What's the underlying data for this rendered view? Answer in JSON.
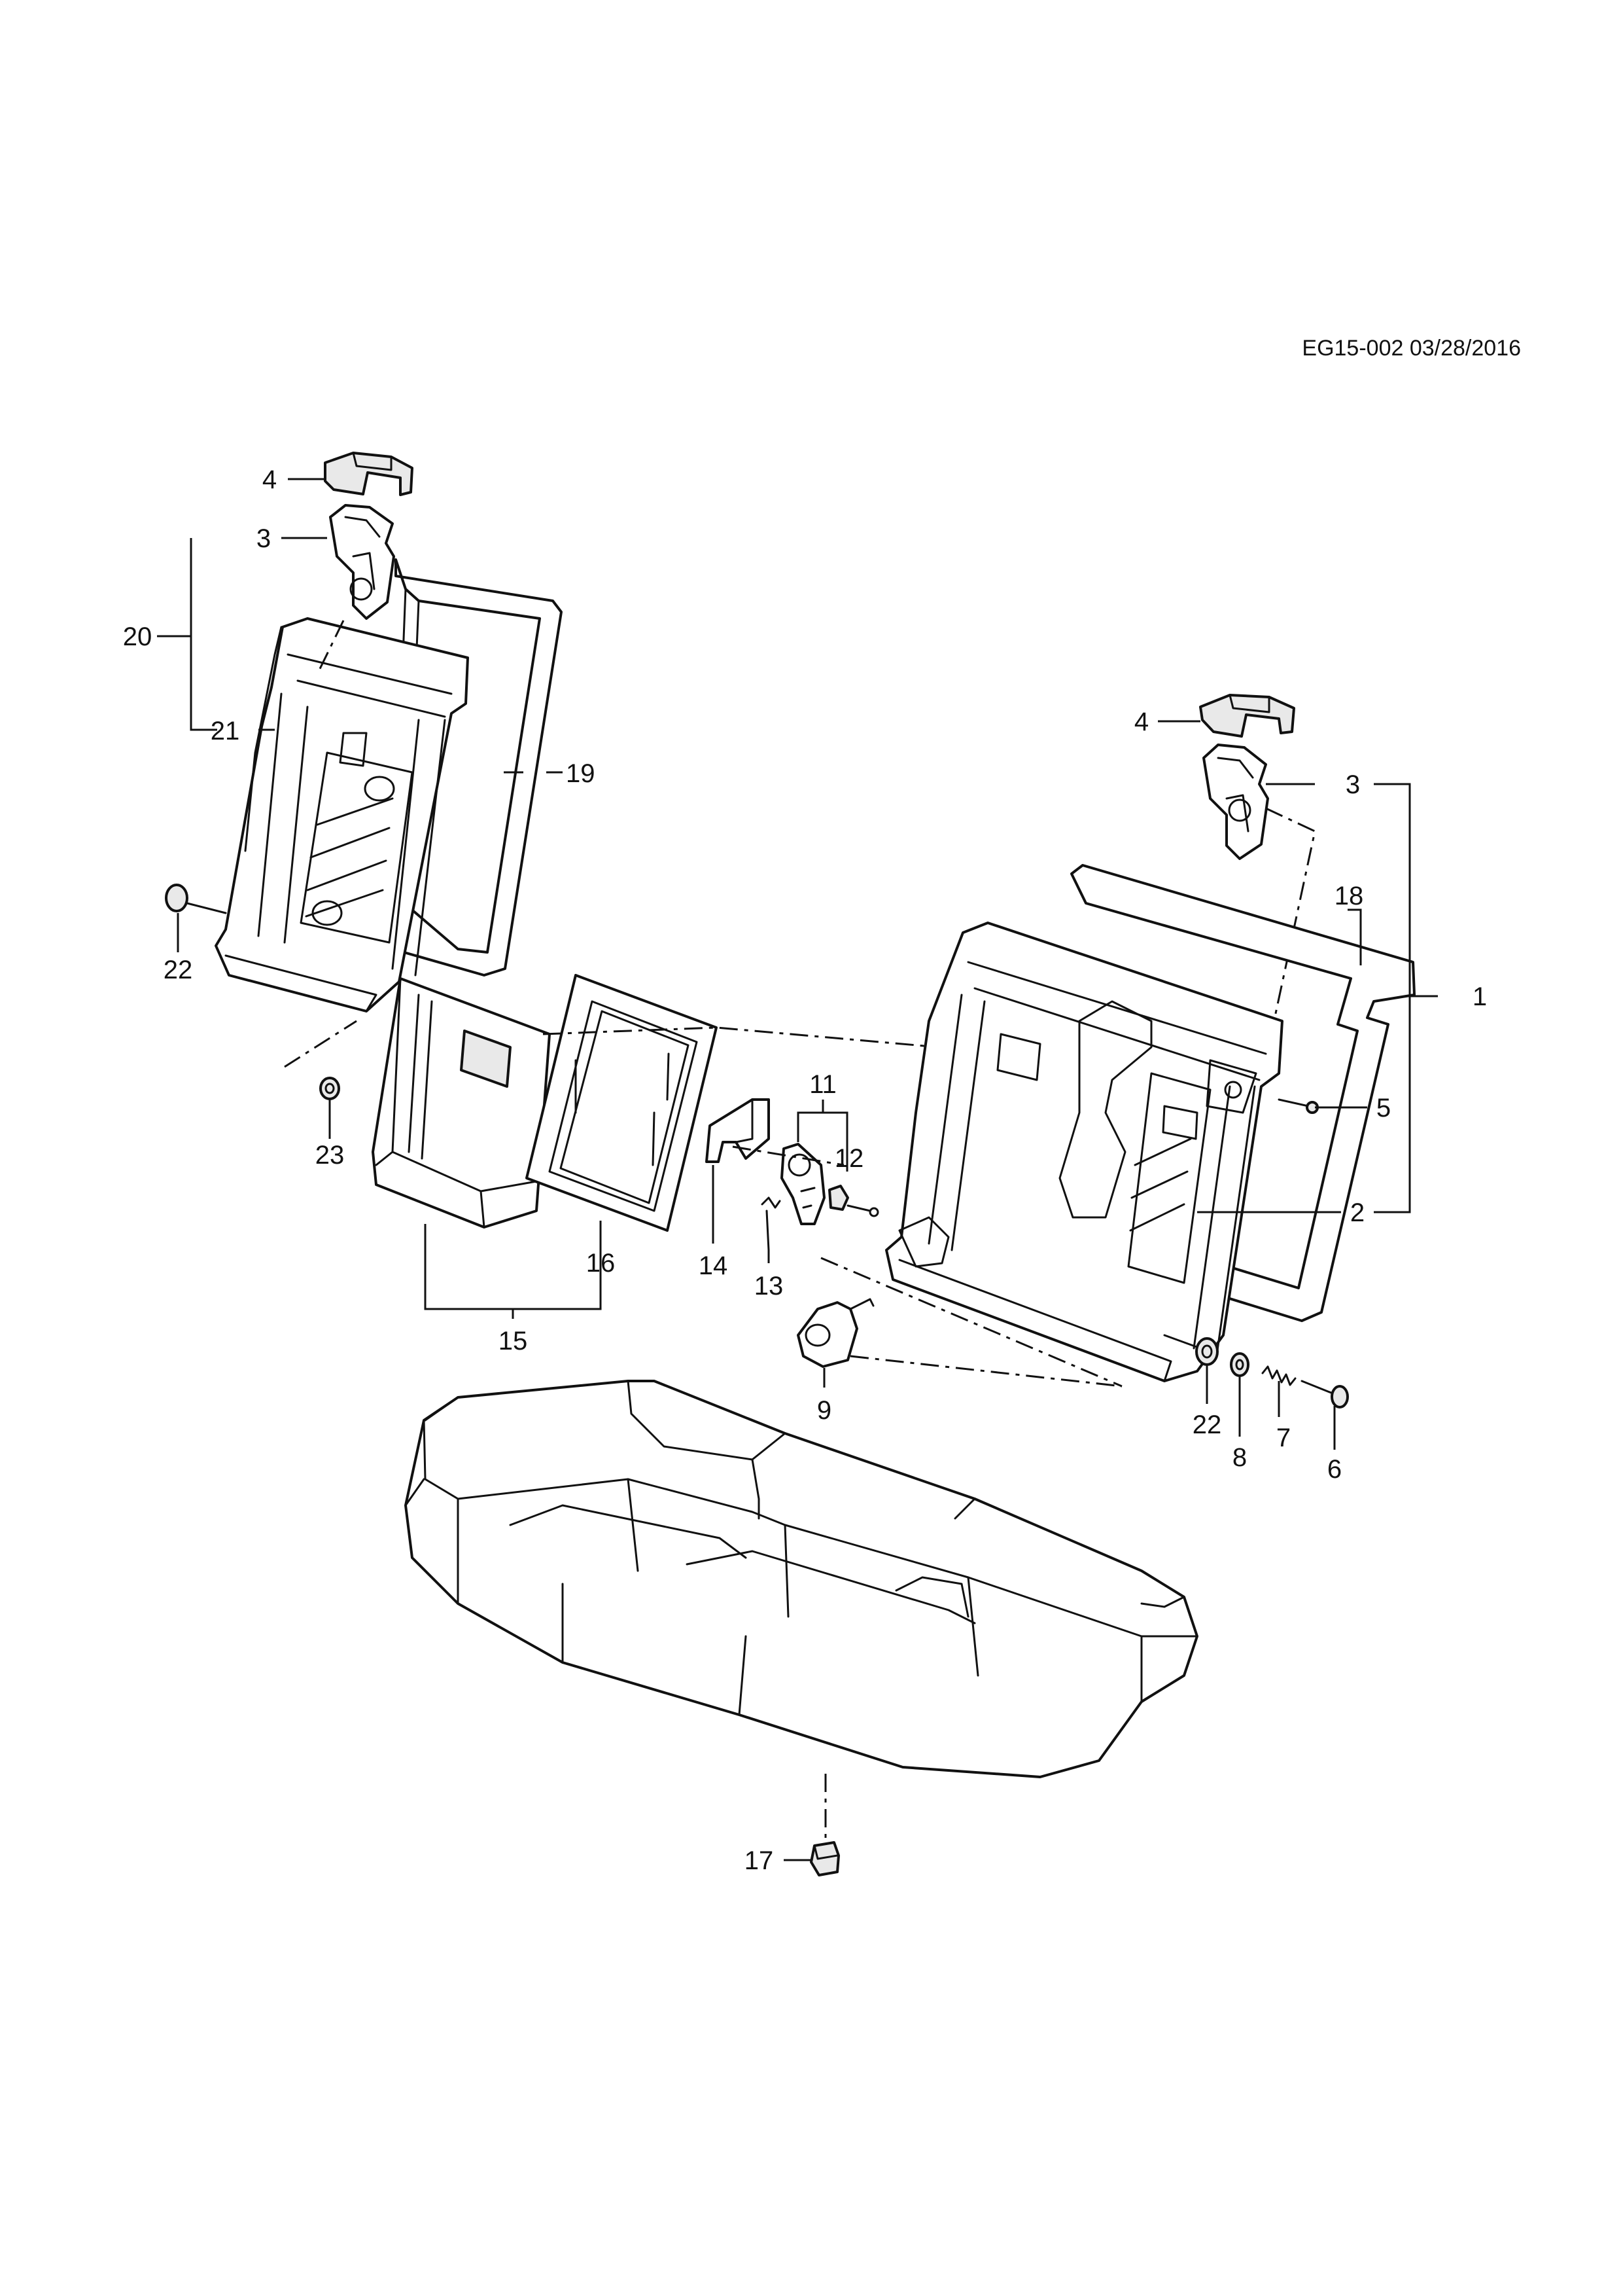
{
  "header": {
    "reference": "EG15-002 03/28/2016"
  },
  "callouts": {
    "c1": "1",
    "c2": "2",
    "c3_left": "3",
    "c3_right": "3",
    "c4_left": "4",
    "c4_right": "4",
    "c5": "5",
    "c6": "6",
    "c7": "7",
    "c8": "8",
    "c9": "9",
    "c11": "11",
    "c12": "12",
    "c13": "13",
    "c14": "14",
    "c15": "15",
    "c16": "16",
    "c17": "17",
    "c18": "18",
    "c19": "19",
    "c20": "20",
    "c21": "21",
    "c22_left": "22",
    "c22_right": "22",
    "c23": "23"
  }
}
